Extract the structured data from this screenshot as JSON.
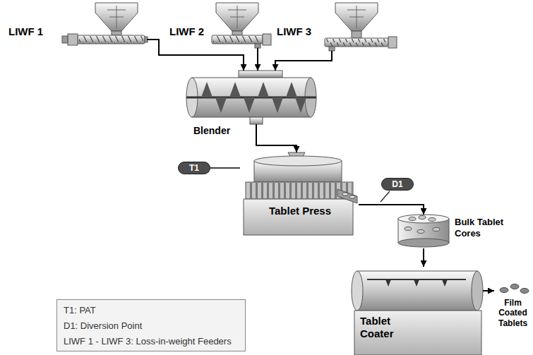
{
  "diagram": {
    "nodes": [
      {
        "text": [
          "LIWF 1"
        ]
      },
      {
        "text": [
          "LIWF 2"
        ]
      },
      {
        "text": [
          "LIWF 3"
        ]
      },
      {
        "text": [
          "Blender"
        ]
      },
      {
        "text": [
          "T1"
        ]
      },
      {
        "text": [
          "Tablet Press"
        ]
      },
      {
        "text": [
          "D1"
        ]
      },
      {
        "text": [
          "Bulk Tablet Cores"
        ]
      },
      {
        "text": [
          "Tablet Coater"
        ]
      },
      {
        "text": [
          "Film Coated Tablets"
        ]
      },
      {
        "text": [
          "T1: PAT",
          "D1: Diversion Point",
          "LIWF 1 - LIWF 3: Loss-in-weight Feeders"
        ]
      }
    ],
    "edges": [
      {
        "from": 0,
        "to": 3,
        "arrow": "to"
      },
      {
        "from": 1,
        "to": 3,
        "arrow": "to"
      },
      {
        "from": 2,
        "to": 3,
        "arrow": "to"
      },
      {
        "from": 3,
        "to": 5,
        "arrow": "to"
      },
      {
        "from": 4,
        "to": 5,
        "arrow": "none"
      },
      {
        "from": 5,
        "to": 7,
        "arrow": "to"
      },
      {
        "from": 7,
        "to": 8,
        "arrow": "to"
      },
      {
        "from": 8,
        "to": 9,
        "arrow": "to"
      }
    ]
  }
}
